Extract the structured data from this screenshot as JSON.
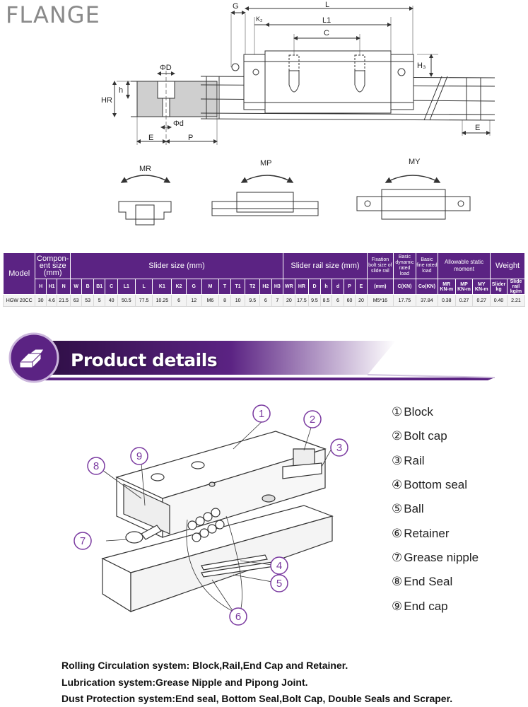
{
  "flange_title": "FLANGE",
  "drawing_labels": {
    "G": "G",
    "L": "L",
    "K2": "K₂",
    "L1": "L1",
    "C": "C",
    "H3": "H₃",
    "PhiD": "ΦD",
    "HR": "HR",
    "h": "h",
    "Phid": "Φd",
    "E": "E",
    "P": "P"
  },
  "moment_labels": {
    "MR": "MR",
    "MP": "MP",
    "MY": "MY"
  },
  "table": {
    "header_top": [
      "Model",
      "Compon-ent size (mm)",
      "Slider size (mm)",
      "Slider rail size (mm)",
      "Fixation bolt size of slide rail",
      "Basic dynamic rated load",
      "Basic fine rated load",
      "Allowable static moment",
      "Weight"
    ],
    "header_sub": [
      "H",
      "H1",
      "N",
      "W",
      "B",
      "B1",
      "C",
      "L1",
      "L",
      "K1",
      "K2",
      "G",
      "M",
      "T",
      "T1",
      "T2",
      "H2",
      "H3",
      "WR",
      "HR",
      "D",
      "h",
      "d",
      "P",
      "E",
      "(mm)",
      "C(KN)",
      "Co(KN)",
      "MR",
      "MP",
      "MY",
      "Slider",
      "Slide rail"
    ],
    "header_units": [
      "KN-m",
      "KN-m",
      "KN-m",
      "kg",
      "kg/m"
    ],
    "row_model": "HGW 20CC",
    "row_values": [
      "30",
      "4.6",
      "21.5",
      "63",
      "53",
      "5",
      "40",
      "50.5",
      "77.5",
      "10.25",
      "6",
      "12",
      "M6",
      "8",
      "10",
      "9.5",
      "6",
      "7",
      "20",
      "17.5",
      "9.5",
      "8.5",
      "6",
      "60",
      "20",
      "M5*16",
      "17.75",
      "37.84",
      "0.38",
      "0.27",
      "0.27",
      "0.40",
      "2.21"
    ]
  },
  "banner": {
    "title": "Product details"
  },
  "parts": [
    {
      "num": "①",
      "label": "Block"
    },
    {
      "num": "②",
      "label": "Bolt cap"
    },
    {
      "num": "③",
      "label": "Rail"
    },
    {
      "num": "④",
      "label": "Bottom seal"
    },
    {
      "num": "⑤",
      "label": "Ball"
    },
    {
      "num": "⑥",
      "label": "Retainer"
    },
    {
      "num": "⑦",
      "label": "Grease nipple"
    },
    {
      "num": "⑧",
      "label": "End Seal"
    },
    {
      "num": "⑨",
      "label": "End cap"
    }
  ],
  "callouts": [
    "1",
    "2",
    "3",
    "4",
    "5",
    "6",
    "7",
    "8",
    "9"
  ],
  "info_lines": [
    "Rolling Circulation system: Block,Rail,End Cap and Retainer.",
    "Lubrication system:Grease Nipple and Pipong Joint.",
    "Dust Protection system:End seal, Bottom Seal,Bolt Cap, Double Seals and Scraper."
  ],
  "colors": {
    "purple": "#5b2383",
    "banner_dark": "#3d1558",
    "callout": "#7a3aa0"
  }
}
